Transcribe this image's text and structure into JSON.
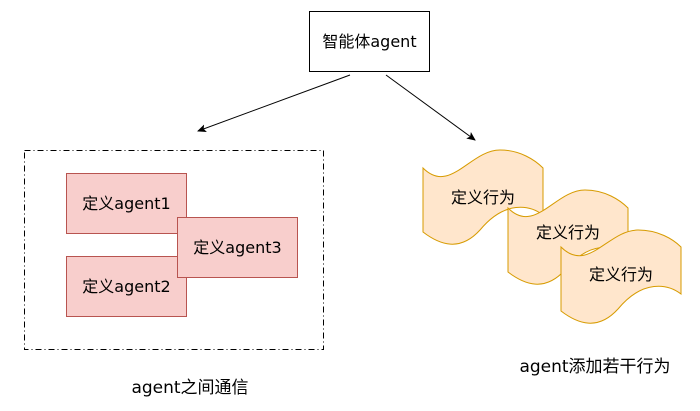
{
  "diagram": {
    "root": {
      "label": "智能体agent"
    },
    "agents_group": {
      "caption": "agent之间通信",
      "agents": [
        {
          "label": "定义agent1"
        },
        {
          "label": "定义agent2"
        },
        {
          "label": "定义agent3"
        }
      ]
    },
    "behaviors_group": {
      "caption": "agent添加若干行为",
      "behaviors": [
        {
          "label": "定义行为"
        },
        {
          "label": "定义行为"
        },
        {
          "label": "定义行为"
        }
      ]
    },
    "colors": {
      "agent_fill": "#f8cecc",
      "agent_stroke": "#b85450",
      "behavior_fill": "#ffe6cc",
      "behavior_stroke": "#d79b00",
      "line": "#000000"
    }
  }
}
